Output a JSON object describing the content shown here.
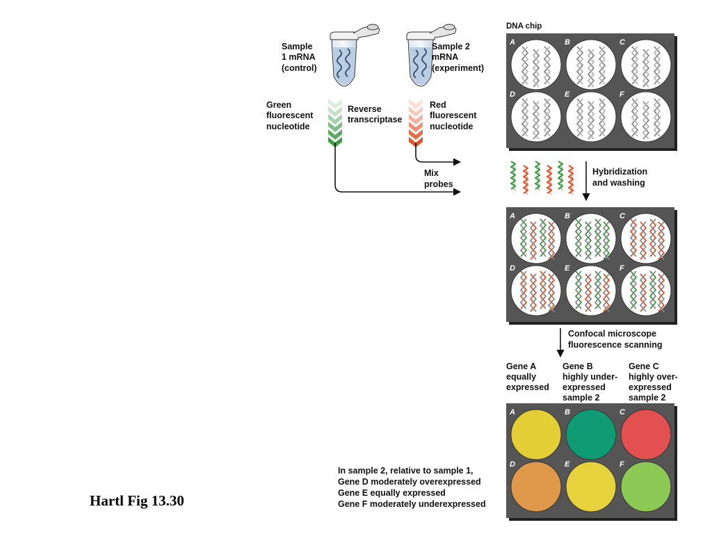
{
  "caption": "Hartl Fig 13.30",
  "chip_title": "DNA chip",
  "sample1": [
    "Sample",
    "1 mRNA",
    "(control)"
  ],
  "sample2": [
    "Sample 2",
    "mRNA",
    "(experiment)"
  ],
  "green_label": [
    "Green",
    "fluorescent",
    "nucleotide"
  ],
  "red_label": [
    "Red",
    "fluorescent",
    "nucleotide"
  ],
  "enzyme": [
    "Reverse",
    "transcriptase"
  ],
  "mix": [
    "Mix",
    "probes"
  ],
  "step_hybrid": [
    "Hybridization",
    "and washing"
  ],
  "step_scan": [
    "Confocal microscope",
    "fluorescence scanning"
  ],
  "well_letters": [
    "A",
    "B",
    "C",
    "D",
    "E",
    "F"
  ],
  "gene_a": [
    "Gene A",
    "equally",
    "expressed"
  ],
  "gene_b": [
    "Gene B",
    "highly under-",
    "expressed",
    "sample 2"
  ],
  "gene_c": [
    "Gene C",
    "highly over-",
    "expressed",
    "sample 2"
  ],
  "result_notes": [
    "In sample 2, relative to sample 1,",
    "Gene D moderately overexpressed",
    "Gene E equally expressed",
    "Gene F moderately underexpressed"
  ],
  "colors": {
    "chip": "#555555",
    "green_probe": "#3e9b45",
    "red_probe": "#e0552c",
    "result_A": "#e3cf35",
    "result_B": "#0e9a72",
    "result_C": "#e25050",
    "result_D": "#e0984a",
    "result_E": "#e6d23c",
    "result_F": "#8cc854"
  },
  "hybrid_pattern": [
    "mixed",
    "green",
    "red",
    "red",
    "mixed",
    "mixed"
  ]
}
